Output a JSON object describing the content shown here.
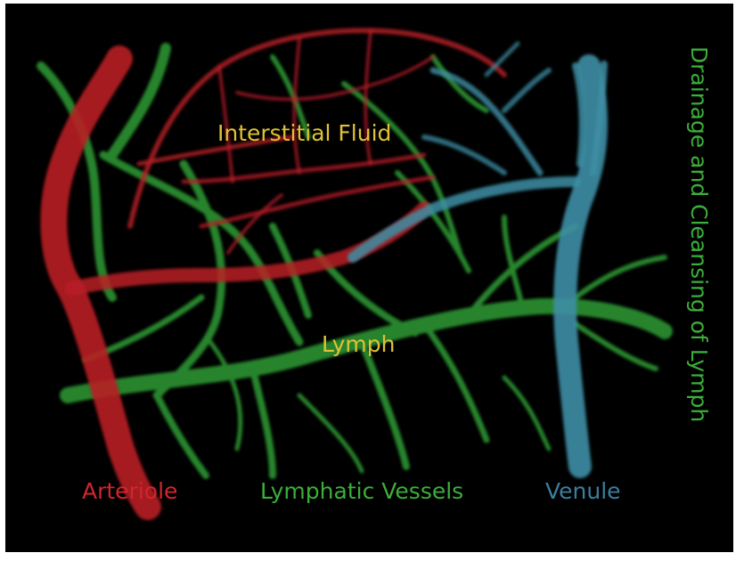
{
  "labels": {
    "interstitial_fluid": "Interstitial Fluid",
    "lymph": "Lymph",
    "arteriole": "Arteriole",
    "lymphatic_vessels": "Lymphatic Vessels",
    "venule": "Venule",
    "side_title": "Drainage and Cleansing of Lymph"
  },
  "colors": {
    "background": "#000000",
    "arteriole": "#c8202a",
    "lymphatic": "#2fa835",
    "venule": "#3f8fa6",
    "fluid_label": "#e0c234",
    "arteriole_label": "#d0262e",
    "lymphatic_label": "#3cae3a",
    "venule_label": "#3a7f9e"
  }
}
